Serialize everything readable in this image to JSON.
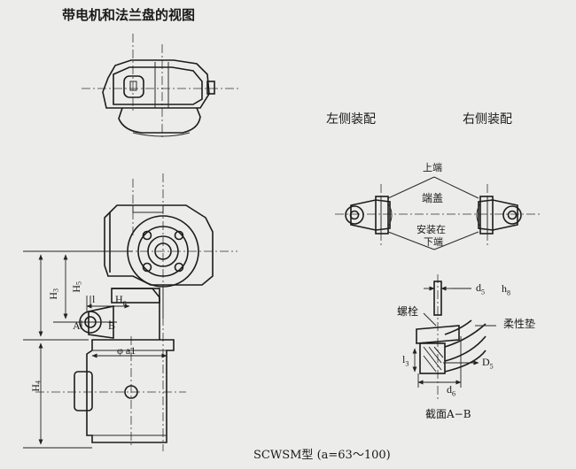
{
  "title": "带电机和法兰盘的视图",
  "side_labels": {
    "left_assembly": "左侧装配",
    "right_assembly": "右侧装配"
  },
  "assembly_callouts": {
    "upper_end": "上端",
    "end_cover": "端盖",
    "install_at": "安装在",
    "lower_end": "下端"
  },
  "section": {
    "bolt": "螺栓",
    "flexible_pad": "柔性垫",
    "title": "截面A−B",
    "dims": {
      "d5": "d5",
      "h8": "h8",
      "D5": "D5",
      "l3": "l3",
      "d6": "d6"
    }
  },
  "main_view_dims": {
    "H3": "H3",
    "H5": "H5",
    "H4": "H4",
    "H6": "H6",
    "l": "l",
    "A": "A",
    "B": "B",
    "phi_a1": "φ a1"
  },
  "caption": "SCWSM型 (a=63～100)"
}
